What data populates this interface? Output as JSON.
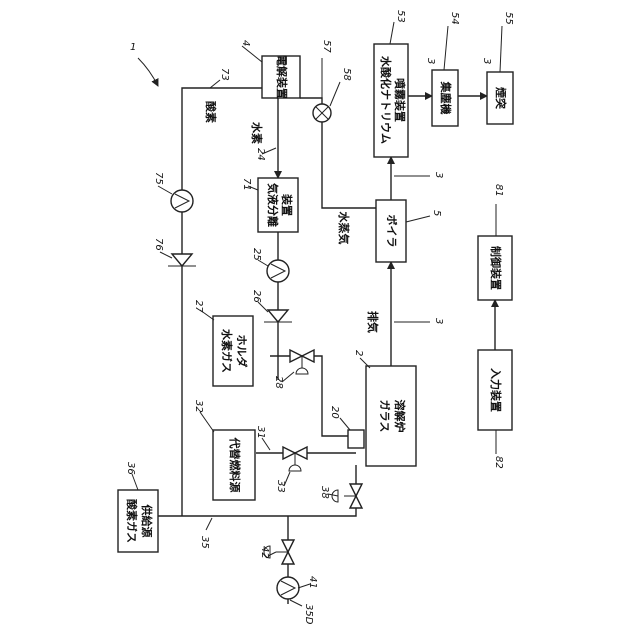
{
  "system_ref": "1",
  "components": {
    "electrolyzer": {
      "ref": "4",
      "l1": "電解装置",
      "l2": ""
    },
    "separator": {
      "ref": "71",
      "l1": "気液分離",
      "l2": "装置"
    },
    "hydrogen_holder": {
      "ref": "27",
      "l1": "水素ガス",
      "l2": "ホルダ"
    },
    "alt_fuel": {
      "ref": "32",
      "l1": "代替燃料源",
      "l2": ""
    },
    "oxygen_source": {
      "ref": "36",
      "l1": "酸素ガス",
      "l2": "供給源"
    },
    "furnace": {
      "ref": "2",
      "l1": "ガラス",
      "l2": "溶解炉"
    },
    "boiler": {
      "ref": "5",
      "l1": "ボイラ",
      "l2": ""
    },
    "naoh_sprayer": {
      "ref": "53",
      "l1": "水酸化ナトリウム",
      "l2": "噴霧装置"
    },
    "dust_collector": {
      "ref": "54",
      "l1": "集塵機",
      "l2": ""
    },
    "chimney": {
      "ref": "55",
      "l1": "煙突",
      "l2": ""
    },
    "controller": {
      "ref": "81",
      "l1": "制御装置",
      "l2": ""
    },
    "input_device": {
      "ref": "82",
      "l1": "入力装置",
      "l2": ""
    }
  },
  "flow_labels": {
    "oxygen": "酸素",
    "hydrogen": "水素",
    "steam": "水蒸気",
    "exhaust": "排気"
  },
  "refs": {
    "r3a": "3",
    "r3b": "3",
    "r3c": "3",
    "r3d": "3",
    "r73": "73",
    "r57": "57",
    "r58": "58",
    "r24": "24",
    "r75": "75",
    "r76": "76",
    "r25": "25",
    "r26": "26",
    "r28": "28",
    "r20": "20",
    "r31": "31",
    "r33": "33",
    "r38": "38",
    "r35": "35",
    "r42": "42",
    "r41": "41",
    "r35d": "35D"
  }
}
